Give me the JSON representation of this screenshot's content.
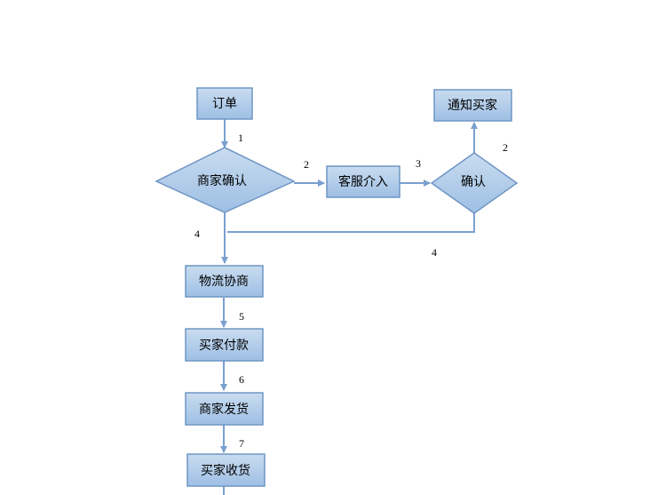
{
  "colors": {
    "fill_top": "#c9dcf0",
    "fill_bottom": "#9ebfe4",
    "stroke": "#6f95c4",
    "connector": "#7aa0cf"
  },
  "nodes": {
    "order": "订单",
    "merchant_confirm": "商家确认",
    "customer_service": "客服介入",
    "confirm": "确认",
    "notify_buyer": "通知买家",
    "logistics": "物流协商",
    "buyer_pay": "买家付款",
    "merchant_ship": "商家发货",
    "buyer_receive": "买家收货"
  },
  "steps": {
    "s1": "1",
    "s2_to_service": "2",
    "s3": "3",
    "s2_to_notify": "2",
    "s4_left": "4",
    "s4_right": "4",
    "s5": "5",
    "s6": "6",
    "s7": "7"
  }
}
